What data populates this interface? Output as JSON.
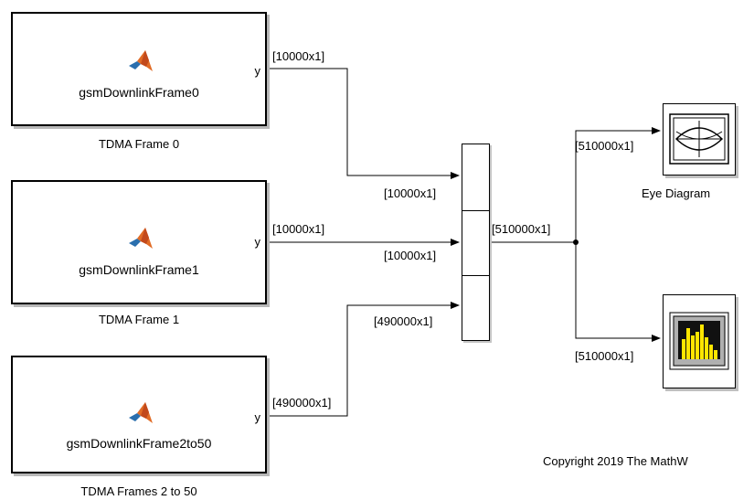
{
  "blocks": [
    {
      "function_name": "gsmDownlinkFrame0",
      "caption": "TDMA Frame 0",
      "output_port": "y",
      "output_signal": "[10000x1]"
    },
    {
      "function_name": "gsmDownlinkFrame1",
      "caption": "TDMA Frame 1",
      "output_port": "y",
      "output_signal": "[10000x1]"
    },
    {
      "function_name": "gsmDownlinkFrame2to50",
      "caption": "TDMA Frames 2 to 50",
      "output_port": "y",
      "output_signal": "[490000x1]"
    }
  ],
  "mux": {
    "inputs": [
      "[10000x1]",
      "[10000x1]",
      "[490000x1]"
    ],
    "output": "[510000x1]"
  },
  "sinks": {
    "eye_diagram": {
      "caption": "Eye Diagram",
      "input_signal": "[510000x1]",
      "icon": "eye-diagram-icon"
    },
    "spectrum": {
      "input_signal": "[510000x1]",
      "icon": "bar-plot-icon"
    }
  },
  "copyright": "Copyright 2019 The MathW",
  "colors": {
    "line": "#000000",
    "matlab_logo": "#e16b25",
    "logo_blue": "#2a6fae",
    "scope_screen": "#b0b0b0",
    "scope_bars": "#ffe600"
  }
}
